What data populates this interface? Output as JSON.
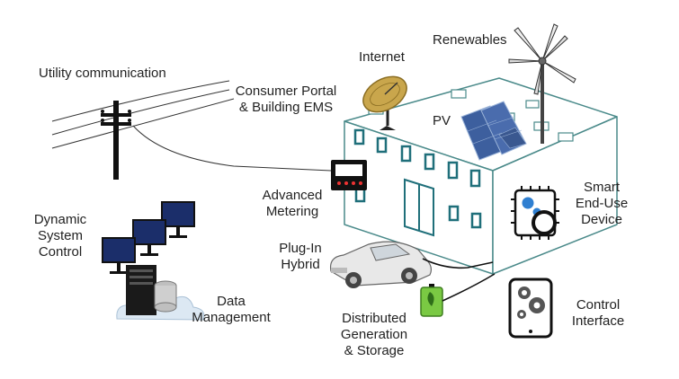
{
  "labels": {
    "utility_communication": "Utility communication",
    "consumer_portal_1": "Consumer Portal",
    "consumer_portal_2": "& Building EMS",
    "internet": "Internet",
    "renewables": "Renewables",
    "pv": "PV",
    "smart_device_1": "Smart",
    "smart_device_2": "End-Use",
    "smart_device_3": "Device",
    "advanced_metering_1": "Advanced",
    "advanced_metering_2": "Metering",
    "plug_in_hybrid_1": "Plug-In",
    "plug_in_hybrid_2": "Hybrid",
    "dynamic_system_control_1": "Dynamic",
    "dynamic_system_control_2": "System",
    "dynamic_system_control_3": "Control",
    "data_management_1": "Data",
    "data_management_2": "Management",
    "distributed_generation_1": "Distributed",
    "distributed_generation_2": "Generation",
    "distributed_generation_3": "& Storage",
    "control_interface_1": "Control",
    "control_interface_2": "Interface"
  },
  "colors": {
    "building_outline": "#4a8a8a",
    "building_fill": "#ffffff",
    "accent_teal": "#1f6f7a",
    "panel_blue": "#3d5f9e",
    "battery_green": "#7ac943",
    "gear_blue": "#2f7fd1",
    "cloud_fill": "#dce8f3"
  }
}
